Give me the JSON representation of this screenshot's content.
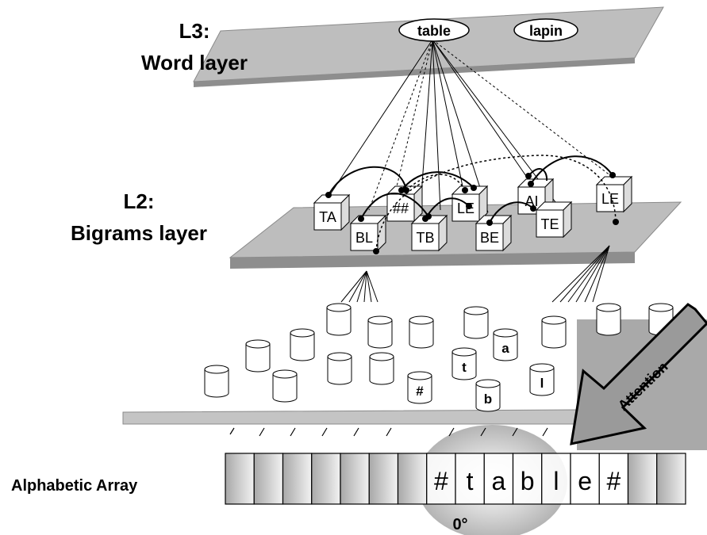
{
  "layers": {
    "l3": {
      "code": "L3:",
      "name": "Word layer",
      "words": [
        "table",
        "lapin"
      ]
    },
    "l2": {
      "code": "L2:",
      "name": "Bigrams layer",
      "bigrams": [
        "TA",
        "##",
        "LE",
        "AI",
        "LE",
        "BL",
        "TB",
        "BE",
        "TE"
      ]
    },
    "l1": {
      "letters": [
        "t",
        "a",
        "#",
        "b",
        "l"
      ]
    }
  },
  "array": {
    "label": "Alphabetic Array",
    "cells": [
      "",
      "",
      "",
      "",
      "",
      "",
      "",
      "#",
      "t",
      "a",
      "b",
      "l",
      "e",
      "#",
      "",
      ""
    ],
    "fixation": "0°"
  },
  "attention": {
    "label": "Attention"
  }
}
